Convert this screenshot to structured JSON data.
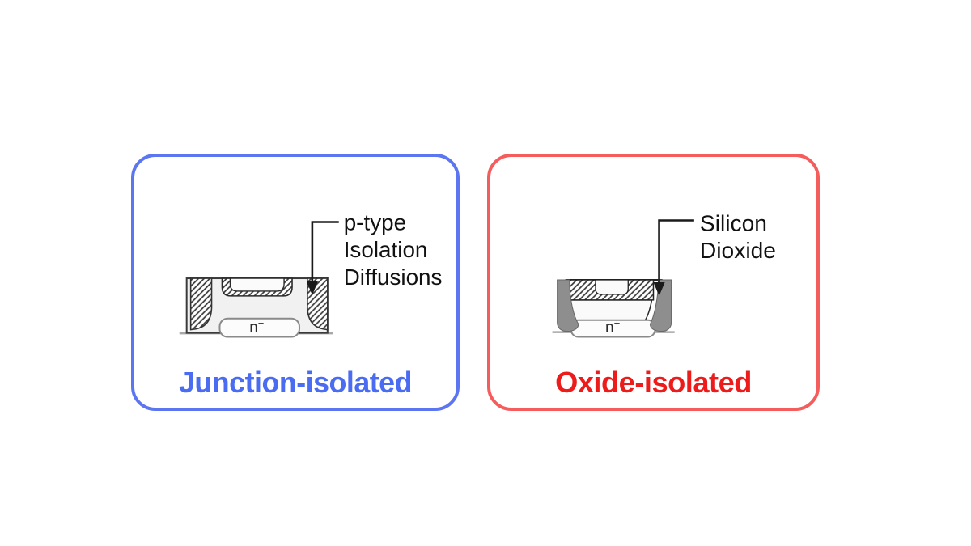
{
  "page": {
    "background": "#ffffff"
  },
  "panels": {
    "left": {
      "title": "Junction-isolated",
      "border_color": "#5b76f0",
      "title_color": "#4a6cf2",
      "callout": {
        "line1": "p-type",
        "line2": "Isolation",
        "line3": "Diffusions"
      },
      "nplus": {
        "base": "n",
        "sup": "+"
      }
    },
    "right": {
      "title": "Oxide-isolated",
      "border_color": "#f55c5c",
      "title_color": "#ee1b1b",
      "callout": {
        "line1": "Silicon",
        "line2": "Dioxide"
      },
      "nplus": {
        "base": "n",
        "sup": "+"
      }
    }
  },
  "colors": {
    "diagram_stroke": "#2a2a2a",
    "hatch_line": "#3d3d3d",
    "oxide_gray": "#8e8e8e",
    "substrate_line": "#a8a8a8",
    "box_fill": "#f1f1f1",
    "bar_outline": "#8a8a8a"
  }
}
